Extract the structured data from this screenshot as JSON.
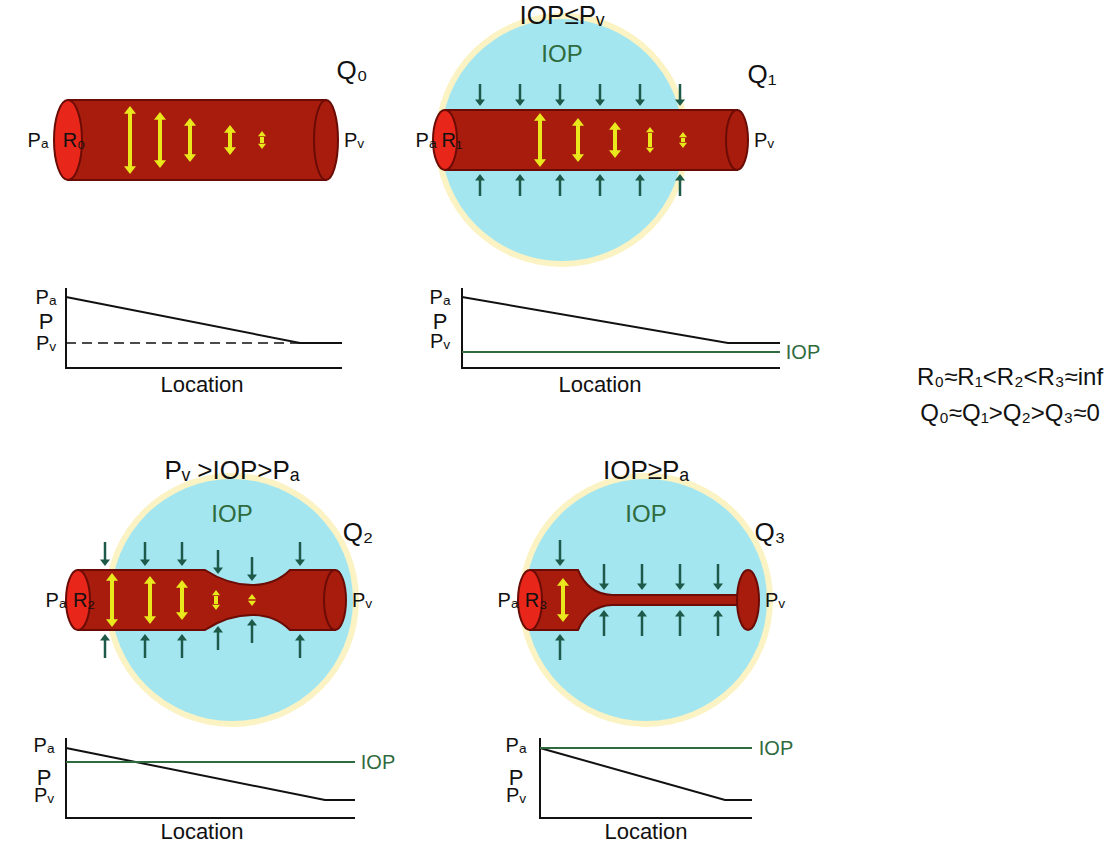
{
  "diagram": {
    "labels": [
      "Q₀",
      "Pₐ",
      "R₀",
      "Pᵥ",
      "P",
      "Pₐ",
      "Pᵥ",
      "Location",
      "IOP≤Pᵥ",
      "IOP",
      "Q₁",
      "Pₐ",
      "R₁",
      "Pᵥ",
      "P",
      "Pₐ",
      "Pᵥ",
      "IOP",
      "Location",
      "Pᵥ >IOP>Pₐ",
      "IOP",
      "Q₂",
      "Pₐ",
      "R₂",
      "Pᵥ",
      "P",
      "Pₐ",
      "Pᵥ",
      "IOP",
      "Location",
      "IOP≥Pₐ",
      "IOP",
      "Q₃",
      "Pₐ",
      "R₃",
      "Pᵥ",
      "P",
      "Pₐ",
      "IOP",
      "Pᵥ",
      "Location",
      "R₀≈R₁<R₂<R₃≈inf",
      "Q₀≈Q₁>Q₂>Q₃≈0"
    ]
  }
}
